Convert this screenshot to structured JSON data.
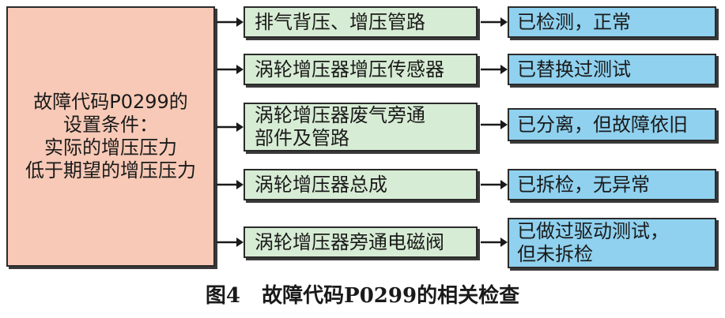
{
  "cause": {
    "lines": [
      "故障代码P0299的",
      "设置条件：",
      "实际的增压压力",
      "低于期望的增压压力"
    ]
  },
  "rows": [
    {
      "check": [
        "排气背压、增压管路"
      ],
      "result": [
        "已检测，正常"
      ]
    },
    {
      "check": [
        "涡轮增压器增压传感器"
      ],
      "result": [
        "已替换过测试"
      ]
    },
    {
      "check": [
        "涡轮增压器废气旁通",
        "部件及管路"
      ],
      "result": [
        "已分离，但故障依旧"
      ]
    },
    {
      "check": [
        "涡轮增压器总成"
      ],
      "result": [
        "已拆检，无异常"
      ]
    },
    {
      "check": [
        "涡轮增压器旁通电磁阀"
      ],
      "result": [
        "已做过驱动测试，",
        "但未拆检"
      ]
    }
  ],
  "caption": "图4   故障代码P0299的相关检查",
  "colors": {
    "cause": "#f7c9b6",
    "check": "#d7ecd4",
    "result": "#8fd1ef"
  }
}
